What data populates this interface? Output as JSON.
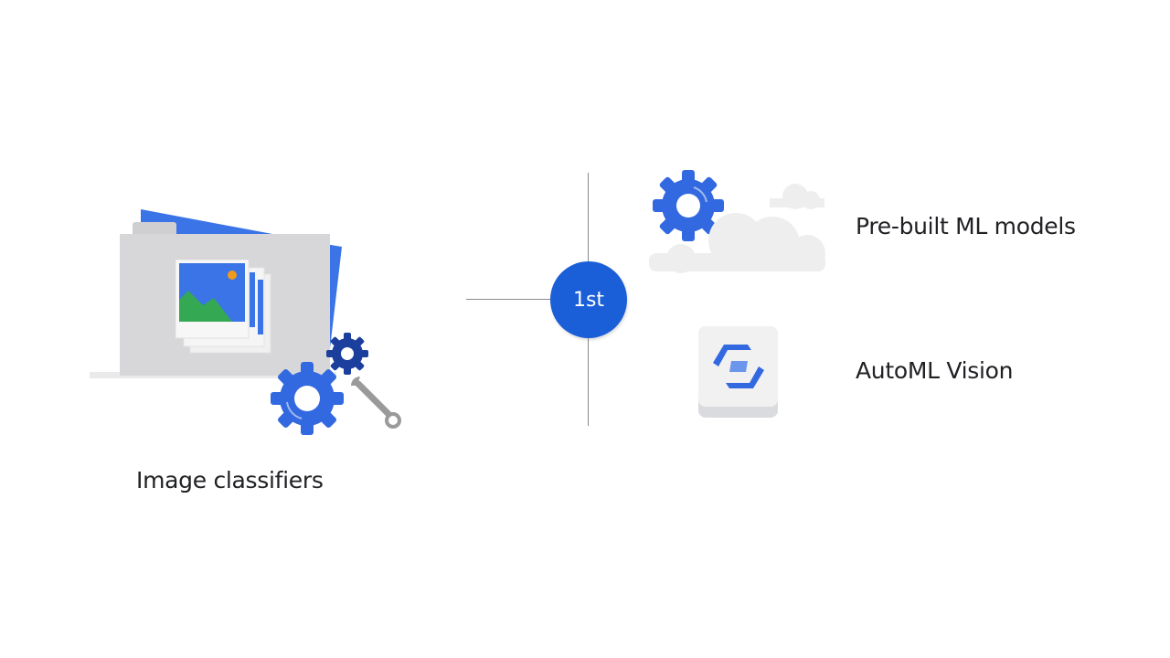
{
  "left": {
    "label": "Image classifiers",
    "illustration": {
      "icons": [
        "folder-icon",
        "image-stack-icon",
        "gear-icon",
        "small-gear-icon",
        "wrench-icon"
      ]
    }
  },
  "center": {
    "badge_label": "1st"
  },
  "right": {
    "items": [
      {
        "label": "Pre-built ML models",
        "icon": "cloud-gear-icon"
      },
      {
        "label": "AutoML Vision",
        "icon": "automl-vision-icon"
      }
    ]
  },
  "colors": {
    "primary_blue": "#1a5ed8",
    "gear_blue": "#3369e0",
    "dark_blue": "#1c3f9e",
    "folder_gray": "#d7d7d9",
    "cloud_gray": "#eeeeef",
    "green": "#34a853",
    "orange": "#f29a1a",
    "wrench_gray": "#9a9a9a",
    "text": "#202124"
  }
}
